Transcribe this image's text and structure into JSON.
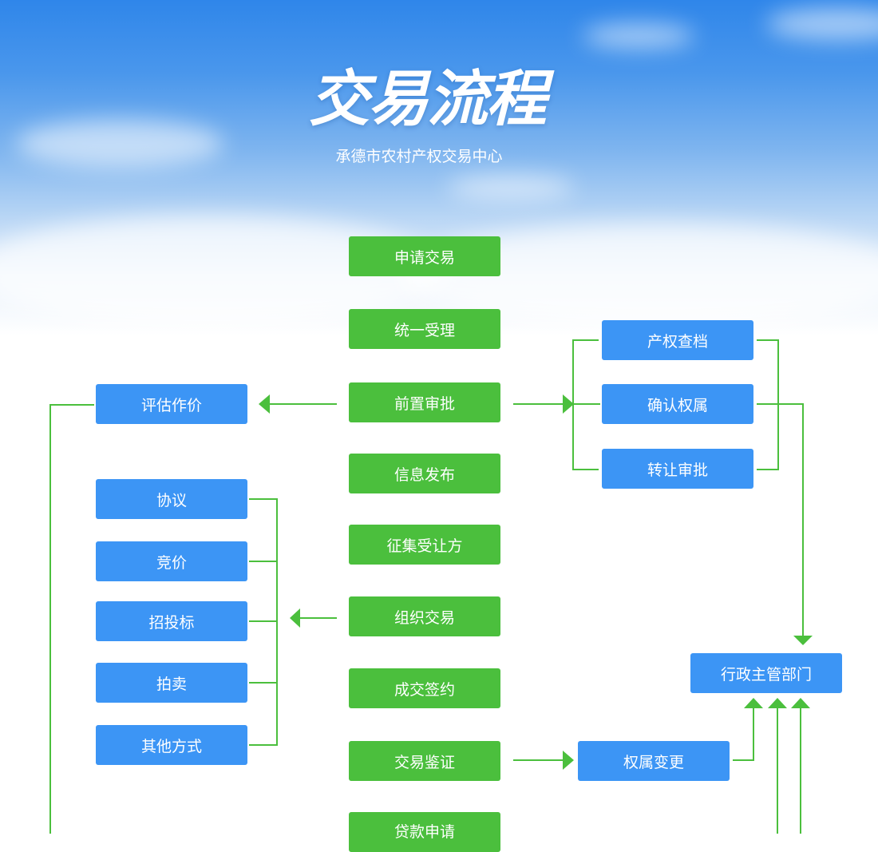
{
  "header": {
    "title": "交易流程",
    "subtitle": "承德市农村产权交易中心"
  },
  "colors": {
    "green": "#4bbf3d",
    "blue": "#3c95f5",
    "line": "#4bbf3d"
  },
  "flow": {
    "main_steps": [
      "申请交易",
      "统一受理",
      "前置审批",
      "信息发布",
      "征集受让方",
      "组织交易",
      "成交签约",
      "交易鉴证",
      "贷款申请"
    ],
    "evaluation": "评估作价",
    "review_branch": [
      "产权查档",
      "确认权属",
      "转让审批"
    ],
    "trade_methods": [
      "协议",
      "竞价",
      "招投标",
      "拍卖",
      "其他方式"
    ],
    "admin_dept": "行政主管部门",
    "ownership_change": "权属变更"
  }
}
